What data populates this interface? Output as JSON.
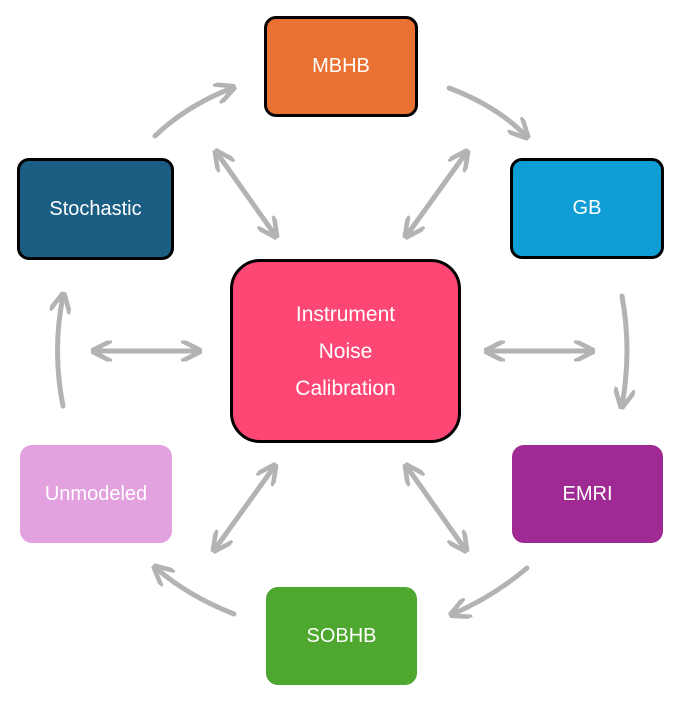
{
  "nodes": {
    "mbhb": {
      "label": "MBHB",
      "color": "#E97132"
    },
    "gb": {
      "label": "GB",
      "color": "#0E9ED5"
    },
    "stochastic": {
      "label": "Stochastic",
      "color": "#1A5E84"
    },
    "center": {
      "lines": [
        "Instrument",
        "Noise",
        "Calibration"
      ],
      "color": "#FF4775"
    },
    "emri": {
      "label": "EMRI",
      "color": "#A02A93"
    },
    "unmodeled": {
      "label": "Unmodeled",
      "color": "#E3A1DF"
    },
    "sobhb": {
      "label": "SOBHB",
      "color": "#4EA72E"
    }
  },
  "arrow_color": "#B3B3B3"
}
